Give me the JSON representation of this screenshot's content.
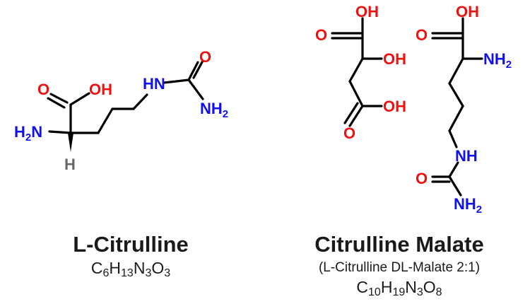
{
  "colors": {
    "oxygen": "#ee1111",
    "nitrogen": "#1111ee",
    "hydrogen": "#666666",
    "bond": "#000000"
  },
  "left": {
    "title": "L-Citrulline",
    "formula_parts": [
      "C",
      "6",
      "H",
      "13",
      "N",
      "3",
      "O",
      "3"
    ],
    "atoms": {
      "O": "O",
      "OH": "OH",
      "H2N": "H2N",
      "H": "H",
      "HN": "HN",
      "O2": "O",
      "NH2": "NH2"
    }
  },
  "right": {
    "title": "Citrulline Malate",
    "subtitle": "(L-Citrulline DL-Malate 2:1)",
    "formula_parts": [
      "C",
      "10",
      "H",
      "19",
      "N",
      "3",
      "O",
      "8"
    ],
    "malate_atoms": {
      "OH_top": "OH",
      "O_top": "O",
      "OH_mid": "OH",
      "O_bot": "O",
      "OH_bot": "OH"
    },
    "citrulline_atoms": {
      "OH": "OH",
      "O": "O",
      "NH2": "NH2",
      "NH": "NH",
      "O2": "O",
      "NH2_bot": "NH2"
    }
  }
}
